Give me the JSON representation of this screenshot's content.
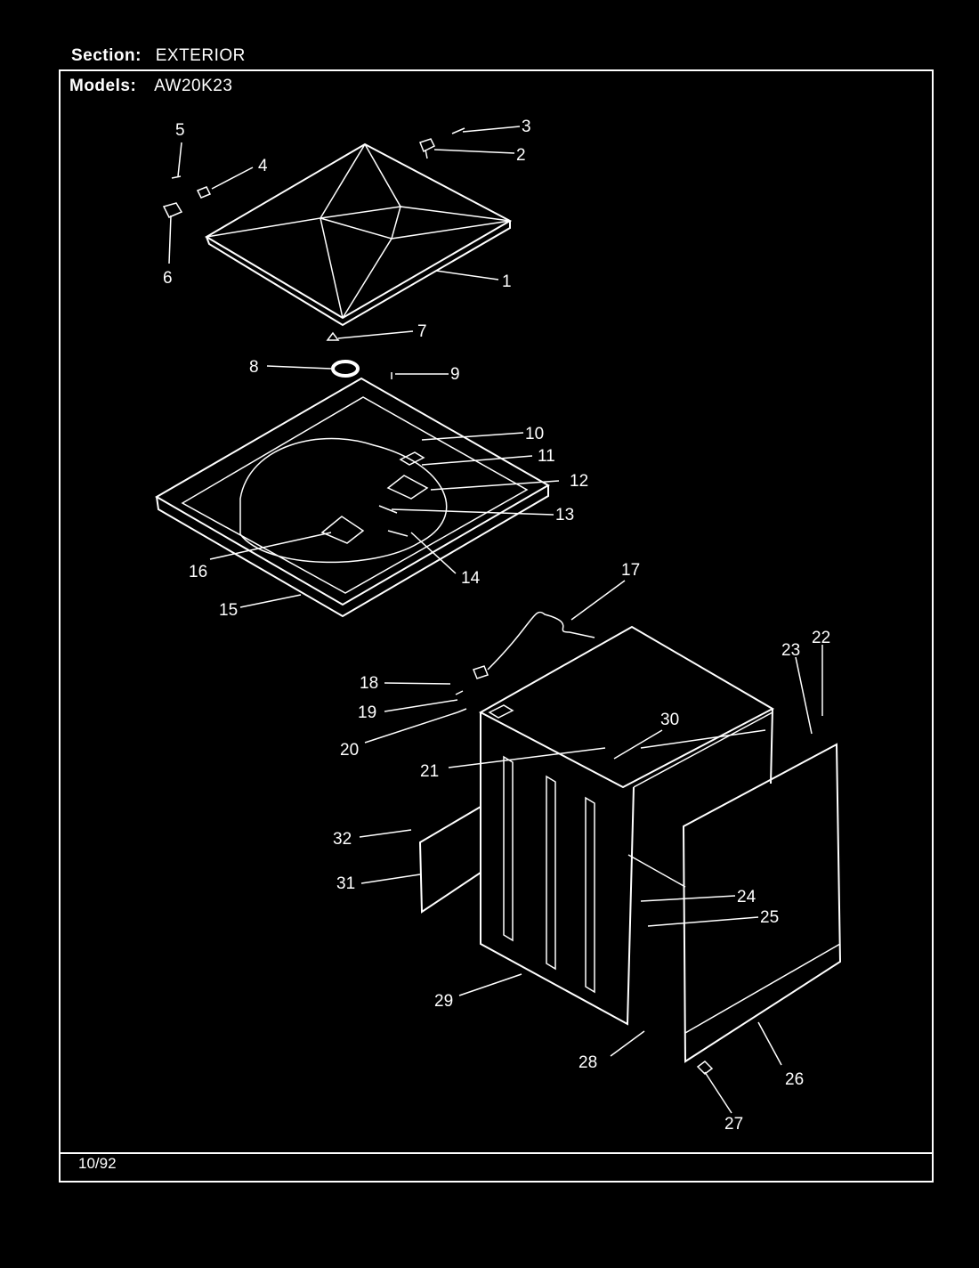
{
  "header": {
    "section_label": "Section:",
    "section_value": "EXTERIOR",
    "models_label": "Models:",
    "models_value": "AW20K23"
  },
  "footer": {
    "date": "10/92"
  },
  "callouts": [
    "1",
    "2",
    "3",
    "4",
    "5",
    "6",
    "7",
    "8",
    "9",
    "10",
    "11",
    "12",
    "13",
    "14",
    "15",
    "16",
    "17",
    "18",
    "19",
    "20",
    "21",
    "22",
    "23",
    "24",
    "25",
    "26",
    "27",
    "28",
    "29",
    "30",
    "31",
    "32"
  ],
  "colors": {
    "background": "#000000",
    "ink": "#ffffff"
  }
}
